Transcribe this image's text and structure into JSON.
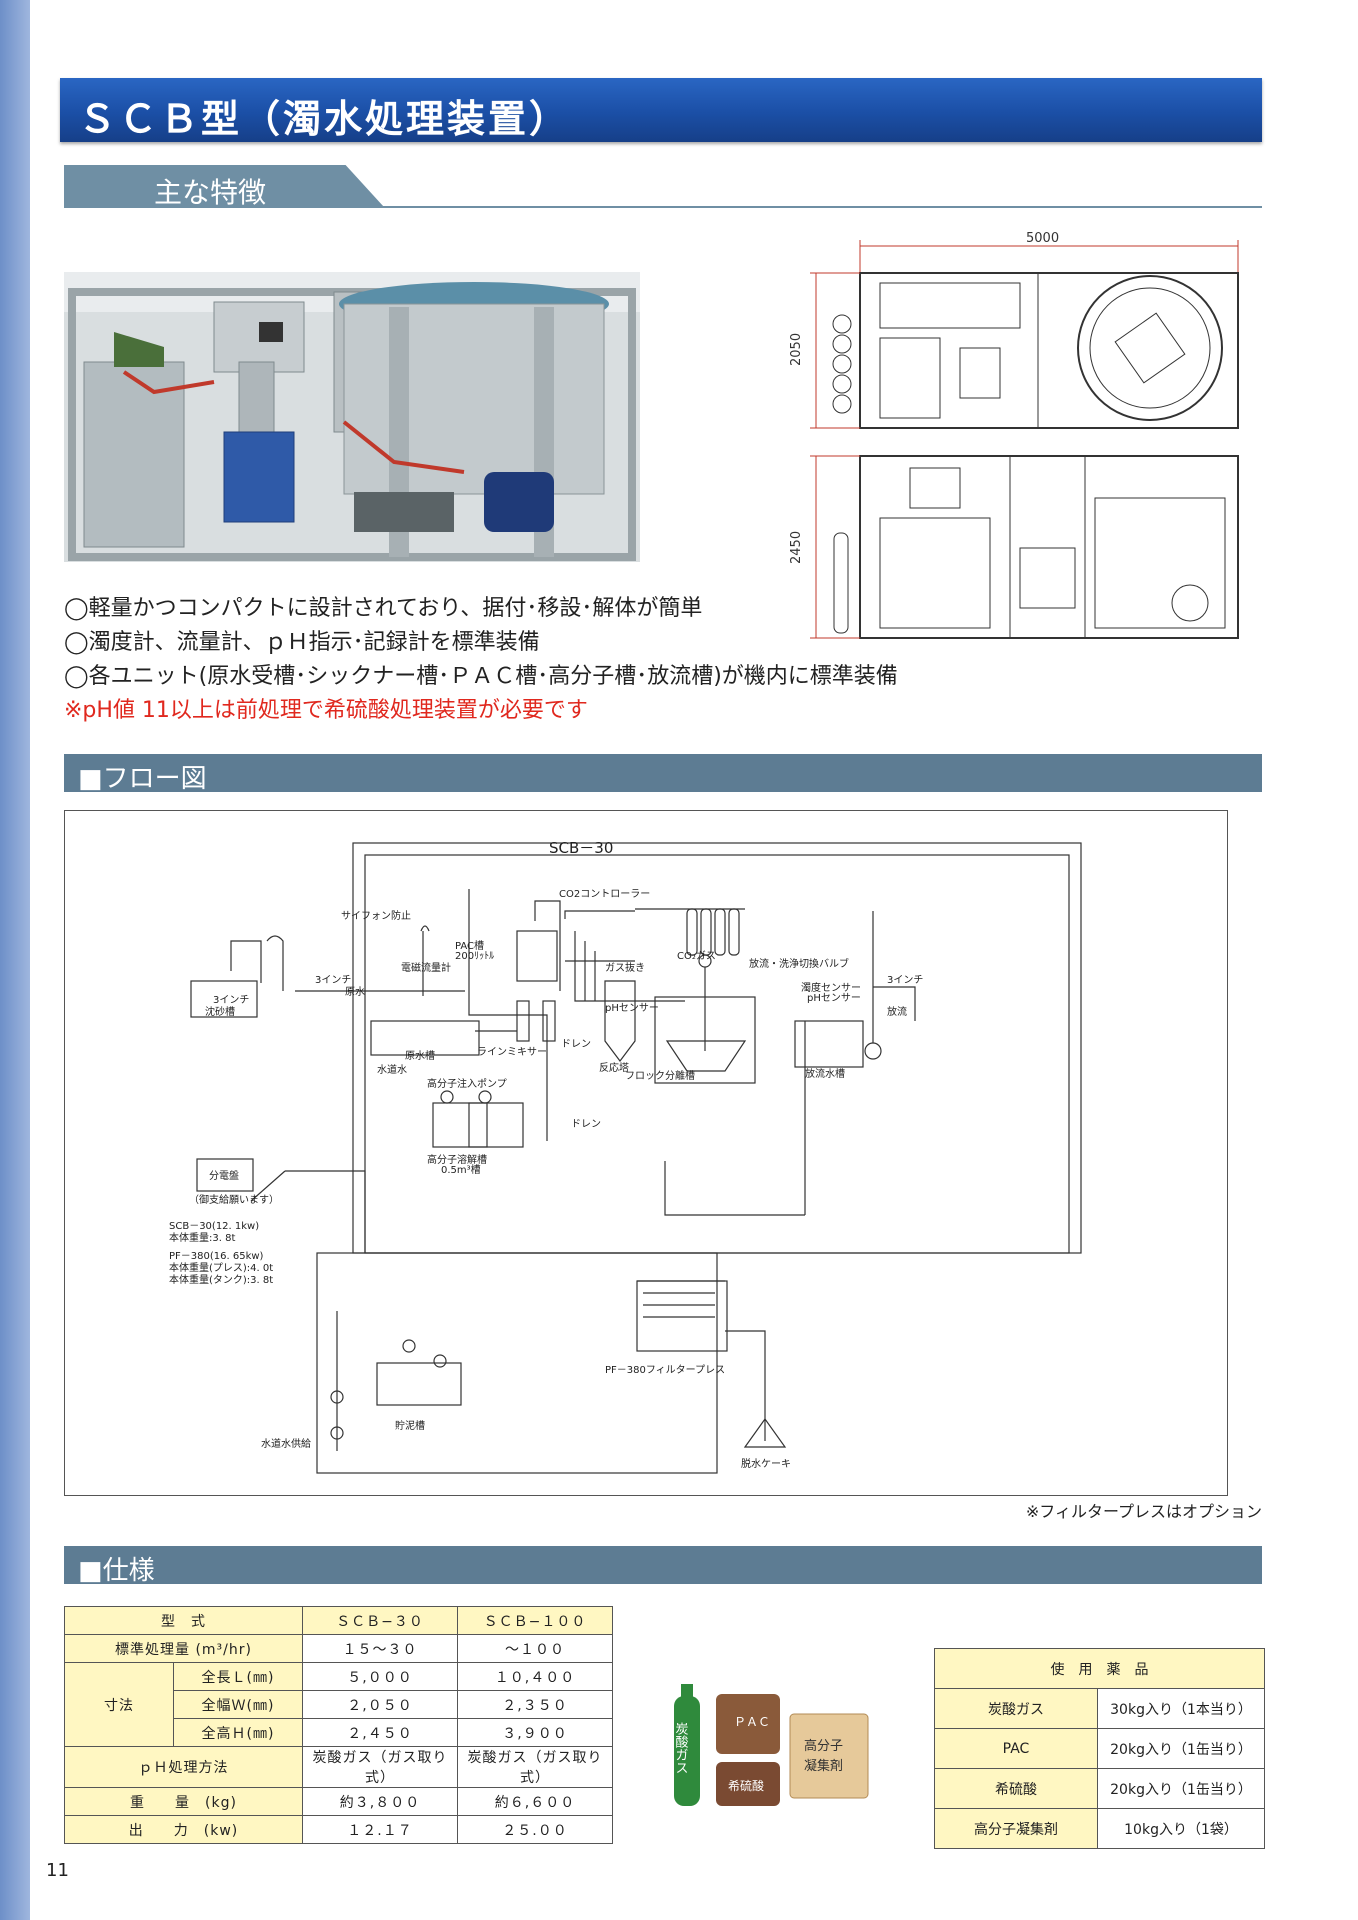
{
  "header": {
    "title": "ＳＣＢ型（濁水処理装置）"
  },
  "features": {
    "heading": "主な特徴",
    "items": [
      "◯軽量かつコンパクトに設計されており、据付･移設･解体が簡単",
      "◯濁度計、流量計、ｐＨ指示･記録計を標準装備",
      "◯各ユニット(原水受槽･シックナー槽･ＰＡＣ槽･高分子槽･放流槽)が機内に標準装備"
    ],
    "note": "※pH値 11以上は前処理で希硫酸処理装置が必要です"
  },
  "dimensions": {
    "length": "5000",
    "width": "2050",
    "height": "2450"
  },
  "flow": {
    "heading": "■フロー図",
    "title": "SCB－30",
    "labels": {
      "co2_controller": "CO2コントローラー",
      "co2_gas": "CO₂ガス",
      "siphon": "サイフォン防止",
      "pac_tank": "PAC槽",
      "pac_volume": "200ﾘｯﾄﾙ",
      "em_flow": "電磁流量計",
      "gas_vent": "ガス抜き",
      "discharge_valve": "放流・洗浄切換バルブ",
      "inch3_in": "3インチ",
      "raw_water": "原水",
      "inch3_pump": "3インチ",
      "sand_tank": "沈砂槽",
      "ph_sensor": "pHセンサー",
      "turbidity_sensor": "濁度センサー",
      "ph_sensor2": "pHセンサー",
      "inch3_out": "3インチ",
      "discharge": "放流",
      "raw_tank": "原水槽",
      "tap_water": "水道水",
      "line_mixer": "ラインミキサー",
      "drain1": "ドレン",
      "reaction_tower": "反応塔",
      "floc_tank": "フロック分離槽",
      "discharge_tank": "放流水槽",
      "polymer_pump": "高分子注入ポンプ",
      "drain2": "ドレン",
      "polymer_tank": "高分子溶解槽",
      "polymer_volume": "0.5m³槽",
      "panel": "分電盤",
      "panel_note": "（御支給願います）",
      "spec1": "SCB－30(12. 1kw)",
      "spec2": "本体重量:3. 8t",
      "spec3": "PF－380(16. 65kw)",
      "spec4": "本体重量(プレス):4. 0t",
      "spec5": "本体重量(タンク):3. 8t",
      "filter_press": "PF－380フィルタープレス",
      "sludge_tank": "貯泥槽",
      "tap_supply": "水道水供給",
      "cake": "脱水ケーキ"
    },
    "note": "※フィルタープレスはオプション"
  },
  "spec": {
    "heading": "■仕様",
    "header": [
      "型　式",
      "ＳＣＢ−３０",
      "ＳＣＢ−１００"
    ],
    "rows": [
      {
        "label": "標準処理量 (m³/hr)",
        "v1": "１５〜３０",
        "v2": "〜１００"
      },
      {
        "group": "寸法",
        "label": "全長Ｌ(㎜)",
        "v1": "５,０００",
        "v2": "１０,４００"
      },
      {
        "label": "全幅Ｗ(㎜)",
        "v1": "２,０５０",
        "v2": "２,３５０"
      },
      {
        "label": "全高Ｈ(㎜)",
        "v1": "２,４５０",
        "v2": "３,９００"
      },
      {
        "label": "ｐＨ処理方法",
        "v1": "炭酸ガス（ガス取り式）",
        "v2": "炭酸ガス（ガス取り式）"
      },
      {
        "label": "重　　量　(kg)",
        "v1": "約３,８００",
        "v2": "約６,６００"
      },
      {
        "label": "出　　力　(kw)",
        "v1": "１２.１７",
        "v2": "２５.００"
      }
    ]
  },
  "chem_img": {
    "co2": "炭酸ガス",
    "pac": "ＰＡＣ",
    "sulfuric": "希硫酸",
    "polymer1": "高分子",
    "polymer2": "凝集剤"
  },
  "chemicals": {
    "header": "使　用　薬　品",
    "rows": [
      {
        "name": "炭酸ガス",
        "amount": "30kg入り（1本当り）"
      },
      {
        "name": "PAC",
        "amount": "20kg入り（1缶当り）"
      },
      {
        "name": "希硫酸",
        "amount": "20kg入り（1缶当り）"
      },
      {
        "name": "高分子凝集剤",
        "amount": "10kg入り（1袋）"
      }
    ]
  },
  "page_number": "11",
  "colors": {
    "title_blue": "#1b4fa6",
    "section": "#5d7c93",
    "note_red": "#e0281e",
    "table_head": "#fff7c2",
    "drawing_red": "#c0392b"
  }
}
